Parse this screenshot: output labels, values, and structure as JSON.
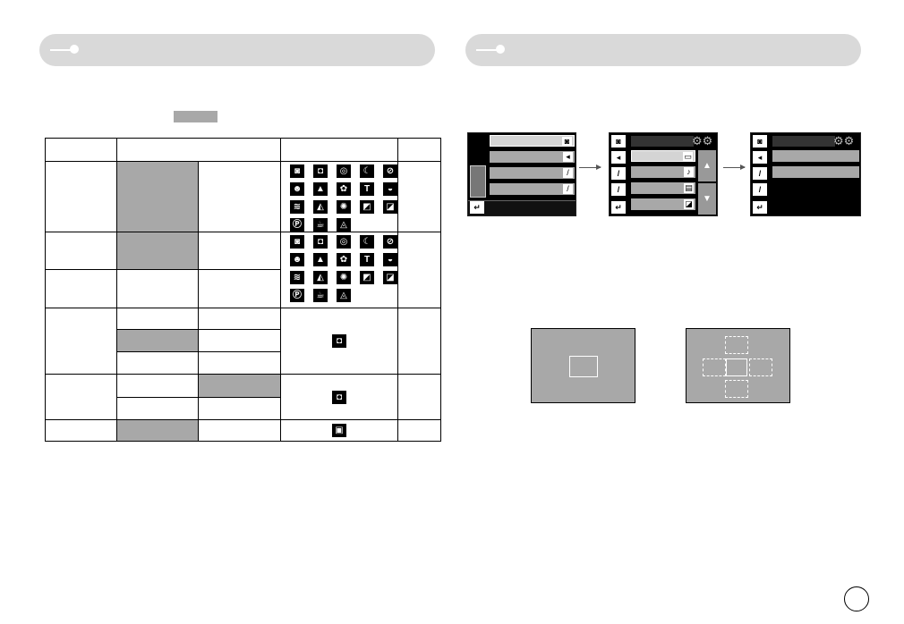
{
  "sections": [
    {
      "id": "left",
      "title": ""
    },
    {
      "id": "right",
      "title": ""
    }
  ],
  "colors": {
    "section_bar": "#d9d9d9",
    "shaded_cell": "#a8a8a8",
    "screen_bg": "#000000"
  },
  "mode_icons": [
    "camera-icon",
    "program-icon",
    "dual-is-icon",
    "night-icon",
    "nomenu-icon",
    "portrait-icon",
    "landscape-icon",
    "macro-icon",
    "text-icon",
    "sunset-icon",
    "dawn-icon",
    "backlight-icon",
    "firework-icon",
    "beach-icon",
    "self-shot-icon",
    "food-icon",
    "cafe-icon",
    "children-icon"
  ],
  "table_icons": {
    "row4": "program-icon",
    "row5": "program-icon",
    "row6": "movie-icon"
  },
  "screens": [
    {
      "id": "screen-1",
      "menu_icons": [
        "camera-icon",
        "sound-icon",
        "settings1-icon",
        "settings2-icon"
      ]
    },
    {
      "id": "screen-2",
      "menu_icons": [
        "size-icon",
        "voice-icon",
        "quality-icon",
        "frame-icon"
      ]
    },
    {
      "id": "screen-3",
      "menu_icons": []
    }
  ],
  "page_number": ""
}
